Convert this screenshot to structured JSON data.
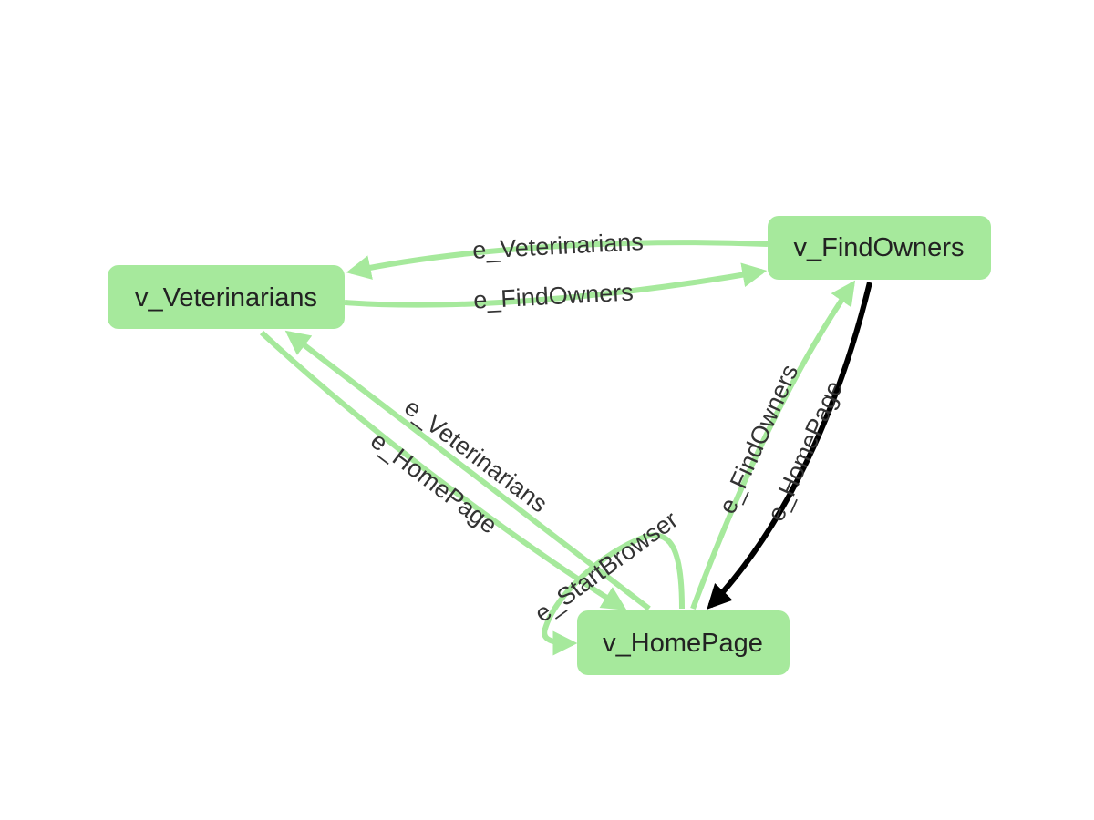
{
  "graph": {
    "colors": {
      "node_fill": "#a6e99c",
      "edge_default": "#a6e99c",
      "edge_highlight": "#000000",
      "label_text": "#222222"
    },
    "nodes": {
      "veterinarians": "v_Veterinarians",
      "find_owners": "v_FindOwners",
      "home_page": "v_HomePage"
    },
    "edges": {
      "find_to_vet": "e_Veterinarians",
      "vet_to_find": "e_FindOwners",
      "home_to_vet": "e_Veterinarians",
      "vet_to_home": "e_HomePage",
      "home_to_find": "e_FindOwners",
      "find_to_home": "e_HomePage",
      "start_browser": "e_StartBrowser"
    },
    "highlighted_edge": "find_to_home"
  }
}
